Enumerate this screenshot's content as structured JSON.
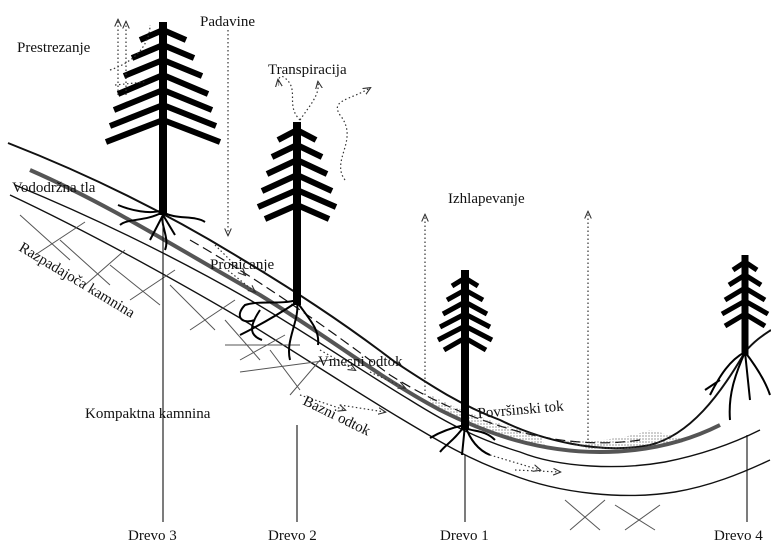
{
  "labels": {
    "padavine": "Padavine",
    "prestrezanje": "Prestrezanje",
    "transpiracija": "Transpiracija",
    "vododrzna_tla": "Vododržna tla",
    "izhlapevanje": "Izhlapevanje",
    "pronicanje": "Pronicanje",
    "razpadajoca_kamnina": "Razpadajoča kamnina",
    "vmesni_odtok": "Vmesni odtok",
    "povrsinski_tok": "Površinski tok",
    "kompaktna_kamnina": "Kompaktna kamnina",
    "bazni_odtok": "Bazni odtok"
  },
  "trees": {
    "drevo3": "Drevo 3",
    "drevo2": "Drevo 2",
    "drevo1": "Drevo 1",
    "drevo4": "Drevo 4"
  }
}
